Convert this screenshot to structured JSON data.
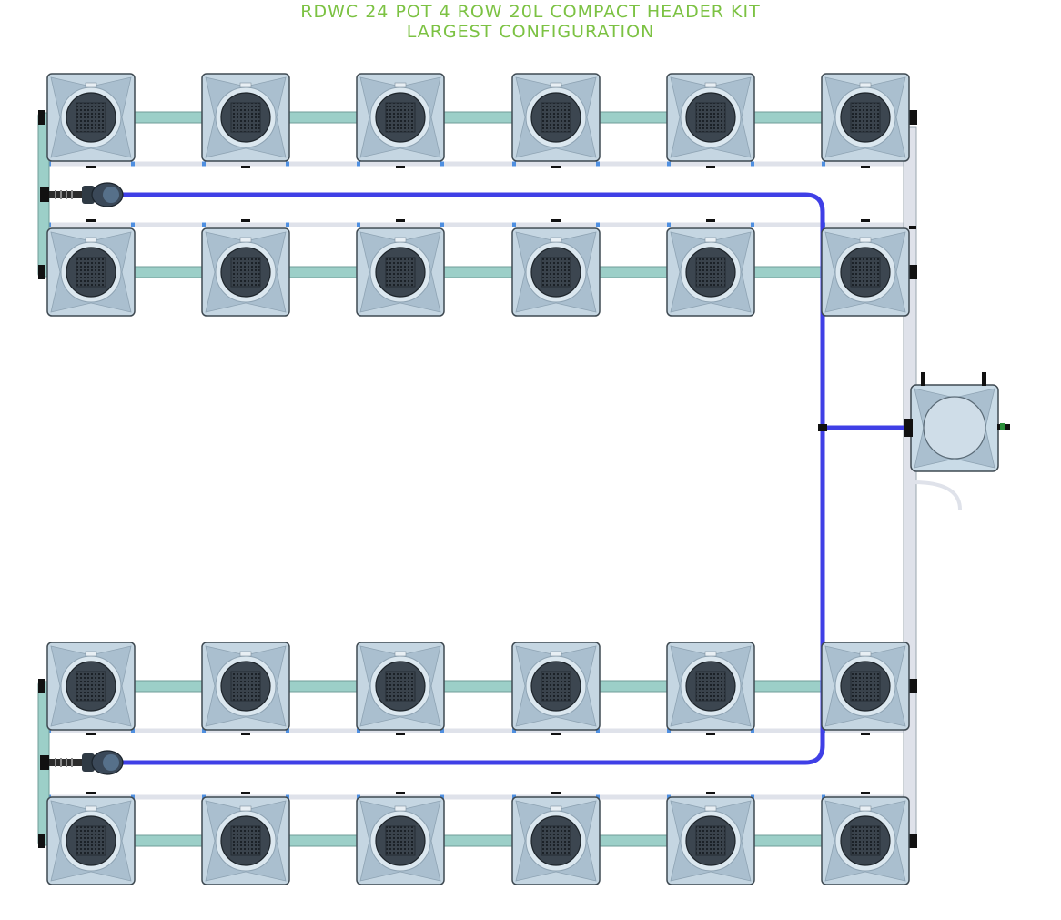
{
  "title": {
    "line1": "RDWC 24 POT 4 ROW 20L COMPACT HEADER KIT",
    "line2": "LARGEST CONFIGURATION"
  },
  "colors": {
    "title": "#7cc243",
    "pot_fill": "#c5d6e2",
    "pot_stroke": "#3f4a52",
    "pot_facet_dark": "#aabfcf",
    "pot_facet_light": "#dbe7ef",
    "net_cup": "#3c4650",
    "net_grid": "#252c33",
    "pipe": "#9ccfc8",
    "pipe_dark": "#6f9e99",
    "return_pipe": "#dfe2ea",
    "return_fitting": "#4f8fe0",
    "pump_line": "#3f3fe6",
    "fitting": "#111111",
    "header_tank_lid": "#c9dbe7"
  },
  "diagram": {
    "pot_rows": 4,
    "pots_per_row": 6,
    "pot_count": 24,
    "pot_size_litres": 20,
    "pumps": 2,
    "header_tanks": 1,
    "icons": [
      "pot-icon",
      "net-cup-icon",
      "pump-icon",
      "header-tank-icon",
      "fitting-icon"
    ]
  }
}
